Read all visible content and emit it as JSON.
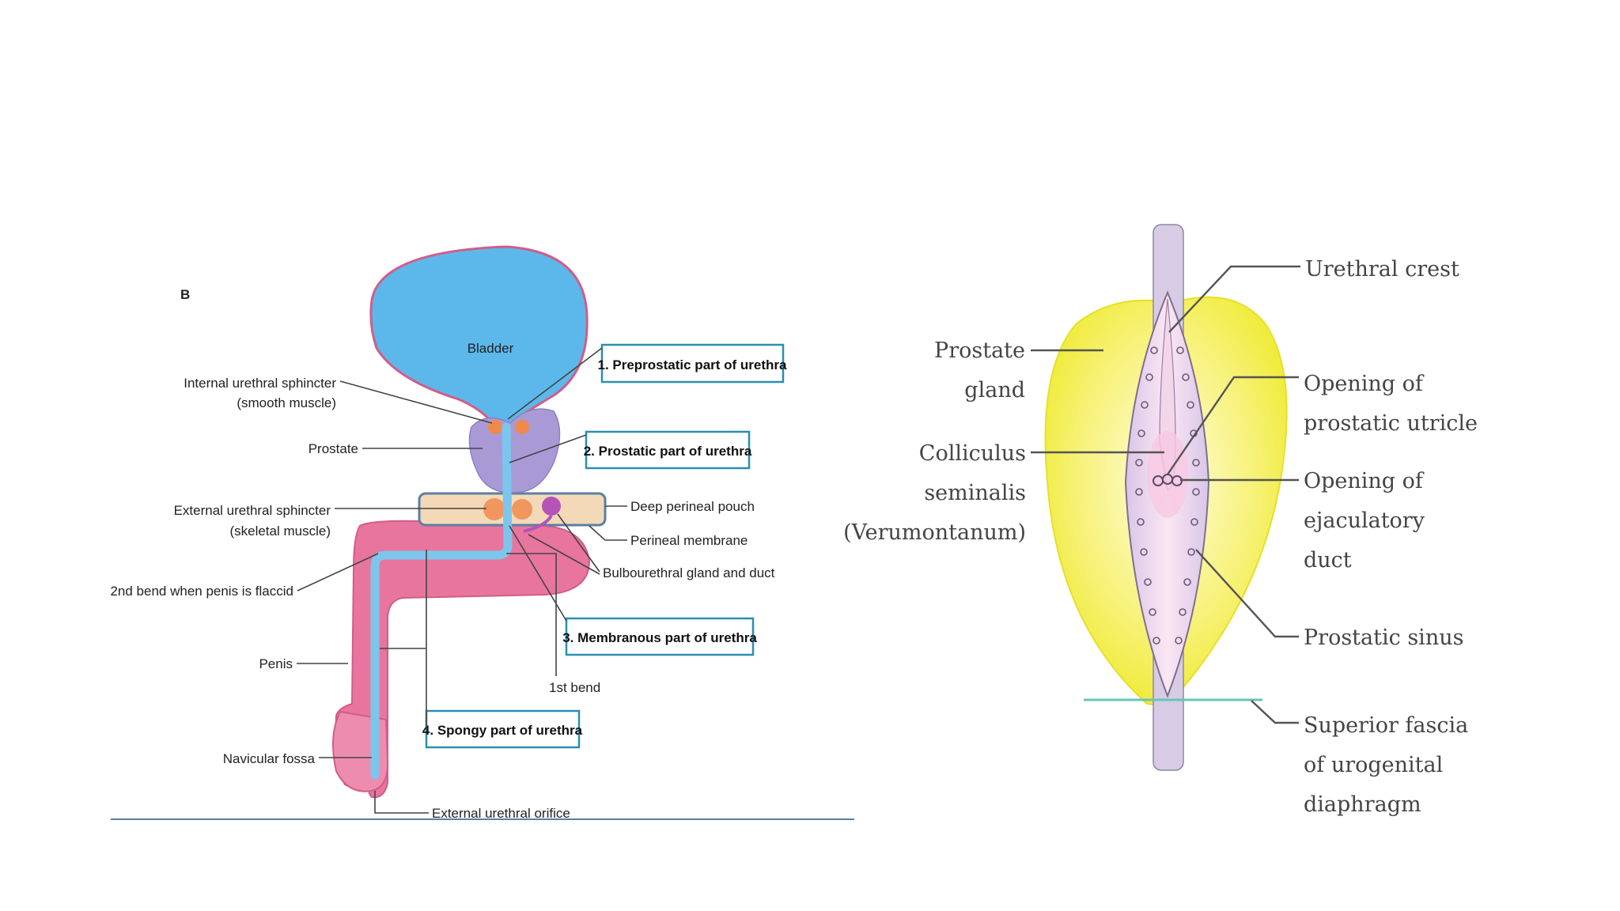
{
  "left_diagram": {
    "panel_letter": "B",
    "labels": {
      "bladder": "Bladder",
      "internal_sphincter_1": "Internal urethral sphincter",
      "internal_sphincter_2": "(smooth muscle)",
      "prostate": "Prostate",
      "external_sphincter_1": "External urethral sphincter",
      "external_sphincter_2": "(skeletal muscle)",
      "second_bend": "2nd bend when penis is flaccid",
      "penis": "Penis",
      "navicular_fossa": "Navicular fossa",
      "external_orifice": "External urethral orifice",
      "deep_perineal_pouch": "Deep perineal pouch",
      "perineal_membrane": "Perineal membrane",
      "bulbourethral": "Bulbourethral gland and duct",
      "first_bend": "1st bend"
    },
    "boxes": {
      "preprostatic": "1. Preprostatic part of urethra",
      "prostatic": "2. Prostatic part of urethra",
      "membranous": "3. Membranous part of urethra",
      "spongy": "4. Spongy part of urethra"
    }
  },
  "right_diagram": {
    "labels": {
      "prostate_1": "Prostate",
      "prostate_2": "gland",
      "colliculus_1": "Colliculus",
      "colliculus_2": "seminalis",
      "colliculus_3": "(Verumontanum)",
      "urethral_crest": "Urethral crest",
      "utricle_1": "Opening of",
      "utricle_2": "prostatic utricle",
      "ejac_1": "Opening of",
      "ejac_2": "ejaculatory",
      "ejac_3": "duct",
      "sinus": "Prostatic sinus",
      "fascia_1": "Superior fascia",
      "fascia_2": "of urogenital",
      "fascia_3": "diaphragm"
    }
  },
  "colors": {
    "bladder": "#5cb8ea",
    "penis": "#e8759e",
    "prostate": "#a99ad6",
    "gland_yellow": "#f2ee3a",
    "box_border": "#2a8fb0"
  }
}
